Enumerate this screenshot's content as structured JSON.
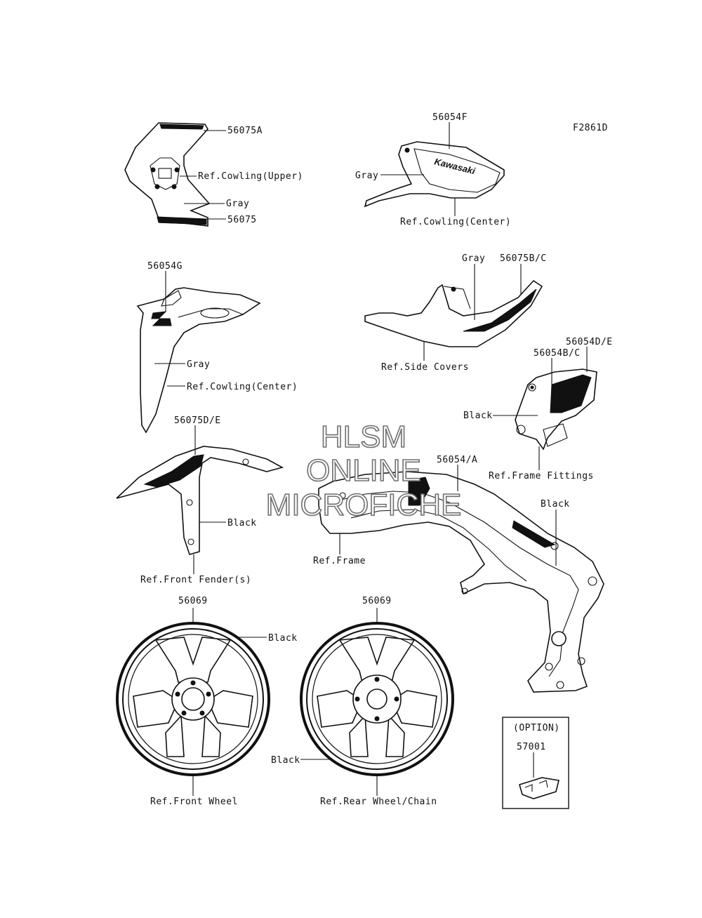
{
  "figure_code": "F2861D",
  "watermark": {
    "line1": "HLSM",
    "line2": "ONLINE",
    "line3": "MICROFICHE"
  },
  "labels": {
    "p56075A": "56075A",
    "ref_cowling_upper": "Ref.Cowling(Upper)",
    "gray_upper": "Gray",
    "p56075": "56075",
    "p56054F": "56054F",
    "gray_center": "Gray",
    "ref_cowling_center_top": "Ref.Cowling(Center)",
    "kawasaki_logo": "Kawasaki",
    "p56054G": "56054G",
    "gray_side": "Gray",
    "ref_cowling_center_side": "Ref.Cowling(Center)",
    "gray_covers": "Gray",
    "p56075BC": "56075B/C",
    "ref_side_covers": "Ref.Side Covers",
    "p56054DE": "56054D/E",
    "p56054BC": "56054B/C",
    "black_fittings": "Black",
    "ref_frame_fittings": "Ref.Frame Fittings",
    "p56075DE": "56075D/E",
    "black_fender": "Black",
    "ref_front_fender": "Ref.Front Fender(s)",
    "p56054A": "56054/A",
    "black_frame": "Black",
    "ref_frame": "Ref.Frame",
    "p56069_front": "56069",
    "black_front_wheel": "Black",
    "ref_front_wheel": "Ref.Front Wheel",
    "p56069_rear": "56069",
    "black_rear_wheel": "Black",
    "ref_rear_wheel": "Ref.Rear Wheel/Chain",
    "option": "(OPTION)",
    "p57001": "57001"
  }
}
